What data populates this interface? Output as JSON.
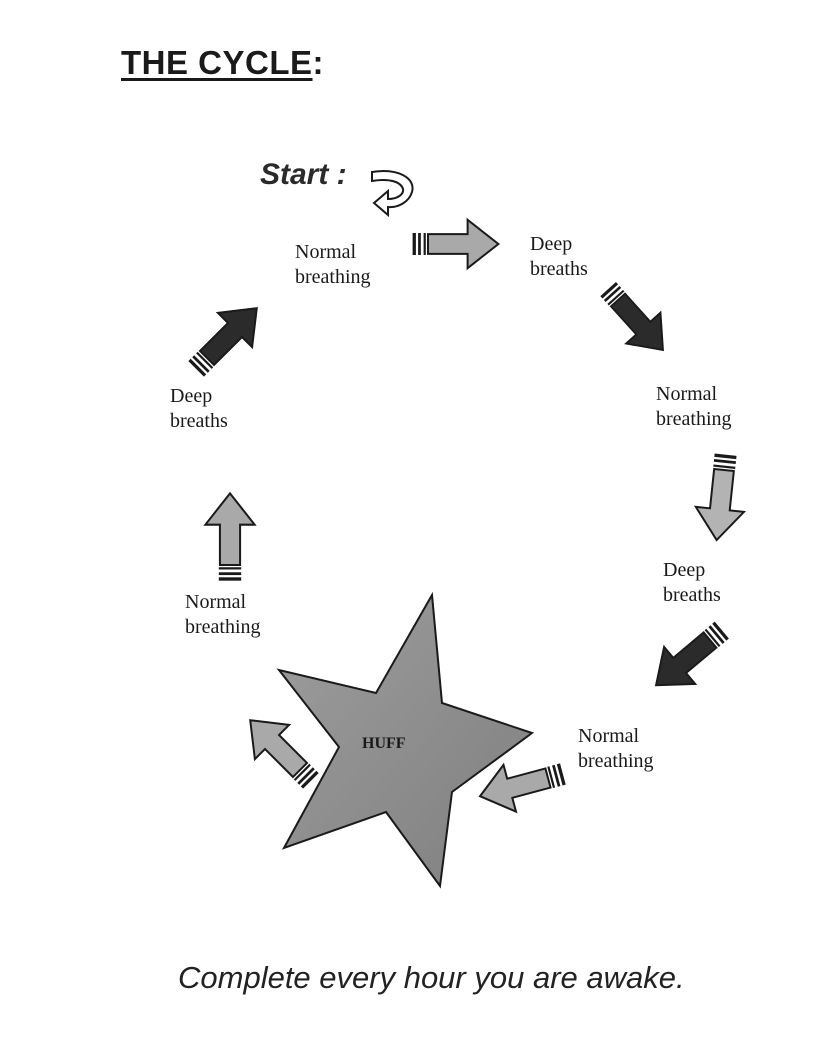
{
  "title": {
    "main": "THE CYCLE",
    "colon": ":"
  },
  "start_label": "Start :",
  "steps": [
    {
      "line1": "Normal",
      "line2": "breathing"
    },
    {
      "line1": "Deep",
      "line2": "breaths"
    },
    {
      "line1": "Normal",
      "line2": "breathing"
    },
    {
      "line1": "Deep",
      "line2": "breaths"
    },
    {
      "line1": "Normal",
      "line2": "breathing"
    },
    {
      "line1": "Normal",
      "line2": "breathing"
    },
    {
      "line1": "Deep",
      "line2": "breaths"
    }
  ],
  "center_label": "HUFF",
  "footer": "Complete every hour you are awake.",
  "colors": {
    "dark_arrow": "#2b2b2b",
    "light_arrow": "#a9a9a9",
    "star": "#8f8f8f",
    "outline": "#1a1a1a"
  }
}
